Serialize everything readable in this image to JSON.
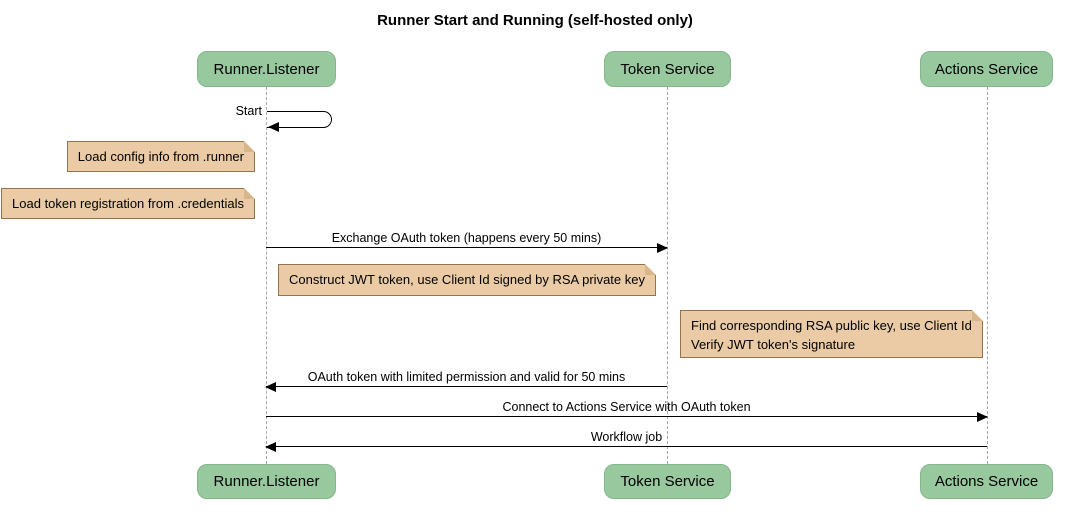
{
  "title": "Runner Start and Running (self-hosted only)",
  "participants": [
    {
      "name": "Runner.Listener"
    },
    {
      "name": "Token Service"
    },
    {
      "name": "Actions Service"
    }
  ],
  "self_message": {
    "label": "Start",
    "on": "Runner.Listener"
  },
  "notes": [
    {
      "text": "Load config info from .runner",
      "position": "left of Runner.Listener"
    },
    {
      "text": "Load token registration from .credentials",
      "position": "left of Runner.Listener"
    },
    {
      "text": "Construct JWT token, use Client Id signed by RSA private key",
      "position": "over Runner.Listener and Token Service"
    },
    {
      "line1": "Find corresponding RSA public key, use Client Id",
      "line2": "Verify JWT token's signature",
      "position": "left of Actions Service"
    }
  ],
  "messages": [
    {
      "label": "Exchange OAuth token (happens every 50 mins)",
      "from": "Runner.Listener",
      "to": "Token Service"
    },
    {
      "label": "OAuth token with limited permission and valid for 50 mins",
      "from": "Token Service",
      "to": "Runner.Listener"
    },
    {
      "label": "Connect to Actions Service with OAuth token",
      "from": "Runner.Listener",
      "to": "Actions Service"
    },
    {
      "label": "Workflow job",
      "from": "Actions Service",
      "to": "Runner.Listener"
    }
  ],
  "colors": {
    "participant_fill": "#98C89E",
    "participant_border": "#84B68E",
    "note_fill": "#EACBA5",
    "note_border": "#95734A",
    "lifeline": "#A6A6A6",
    "arrow": "#000000",
    "background": "#FFFFFF"
  }
}
